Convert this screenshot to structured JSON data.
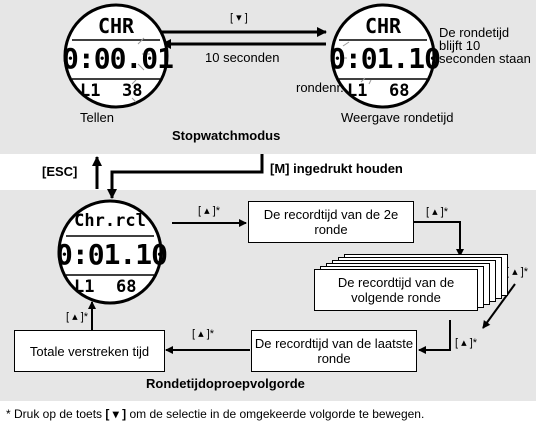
{
  "top_section": {
    "key_down": "[ ▾ ]",
    "ten_seconds": "10 seconden",
    "lap_time_note": "De rondetijd blijft 10 seconden staan",
    "lap_number": "rondenr.",
    "counting": "Tellen",
    "lap_display": "Weergave rondetijd",
    "mode_title": "Stopwatchmodus"
  },
  "watch_counting": {
    "title": "CHR",
    "time": "0:00.01",
    "lap": "L1",
    "sub": "38"
  },
  "watch_lap": {
    "title": "CHR",
    "time": "0:01.10",
    "lap": "L1",
    "sub": "68"
  },
  "transitions": {
    "esc": "[ESC]",
    "hold_m": "[M] ingedrukt houden"
  },
  "bottom_section": {
    "watch_recall": {
      "title": "Chr.rcl",
      "time": "0:01.10",
      "lap": "L1",
      "sub": "68"
    },
    "key_up": "[ ▴ ]*",
    "box_second": "De recordtijd van de 2e ronde",
    "box_next": "De recordtijd van de volgende ronde",
    "box_last": "De recordtijd van de laatste ronde",
    "box_total": "Totale verstreken tijd",
    "sequence_title": "Rondetijdoproepvolgorde"
  },
  "footnote": {
    "prefix": "* Druk op de toets",
    "key": "[ ▾ ]",
    "suffix": "om de selectie in de omgekeerde volgorde te bewegen."
  },
  "colors": {
    "panel_bg": "#e6e6e6",
    "ink": "#000000",
    "box_bg": "#ffffff"
  }
}
